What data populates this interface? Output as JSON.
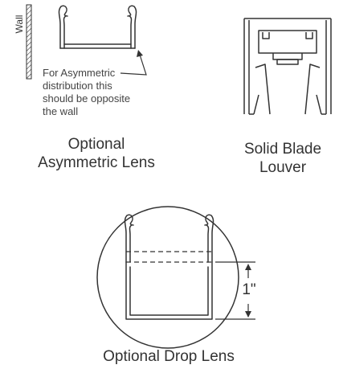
{
  "wall_label": "Wall",
  "note": {
    "line1": "For Asymmetric",
    "line2": "distribution this",
    "line3": "should be opposite",
    "line4": "the wall"
  },
  "captions": {
    "asymmetric": {
      "line1": "Optional",
      "line2": "Asymmetric Lens"
    },
    "louver": {
      "line1": "Solid Blade",
      "line2": "Louver"
    },
    "drop": {
      "line1": "Optional Drop Lens"
    }
  },
  "dimension_label": "1\"",
  "colors": {
    "stroke": "#333333",
    "text": "#333333"
  }
}
